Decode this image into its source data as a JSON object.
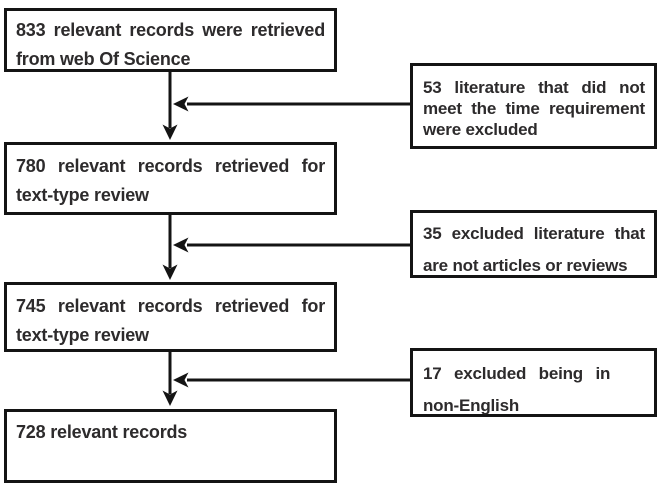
{
  "figure": {
    "colors": {
      "background": "#ffffff",
      "line": "#141414",
      "text": "#2d2b2c"
    },
    "main_flow": [
      {
        "count": "833",
        "lines": [
          "833 relevant records were retrieved",
          "from web Of Science"
        ]
      },
      {
        "count": "780",
        "lines": [
          "780 relevant records retrieved for",
          "text-type review"
        ]
      },
      {
        "count": "745",
        "lines": [
          "745 relevant records retrieved for",
          "text-type review"
        ]
      },
      {
        "count": "728",
        "lines": [
          "728 relevant records"
        ]
      }
    ],
    "exclusions": [
      {
        "count": "53",
        "lines": [
          "53 literature that did not",
          "meet the time requirement",
          "were excluded"
        ]
      },
      {
        "count": "35",
        "lines": [
          "35 excluded literature that",
          "are not articles or reviews"
        ]
      },
      {
        "count": "17",
        "lines": [
          "17 excluded being in",
          "non-English"
        ]
      }
    ]
  }
}
